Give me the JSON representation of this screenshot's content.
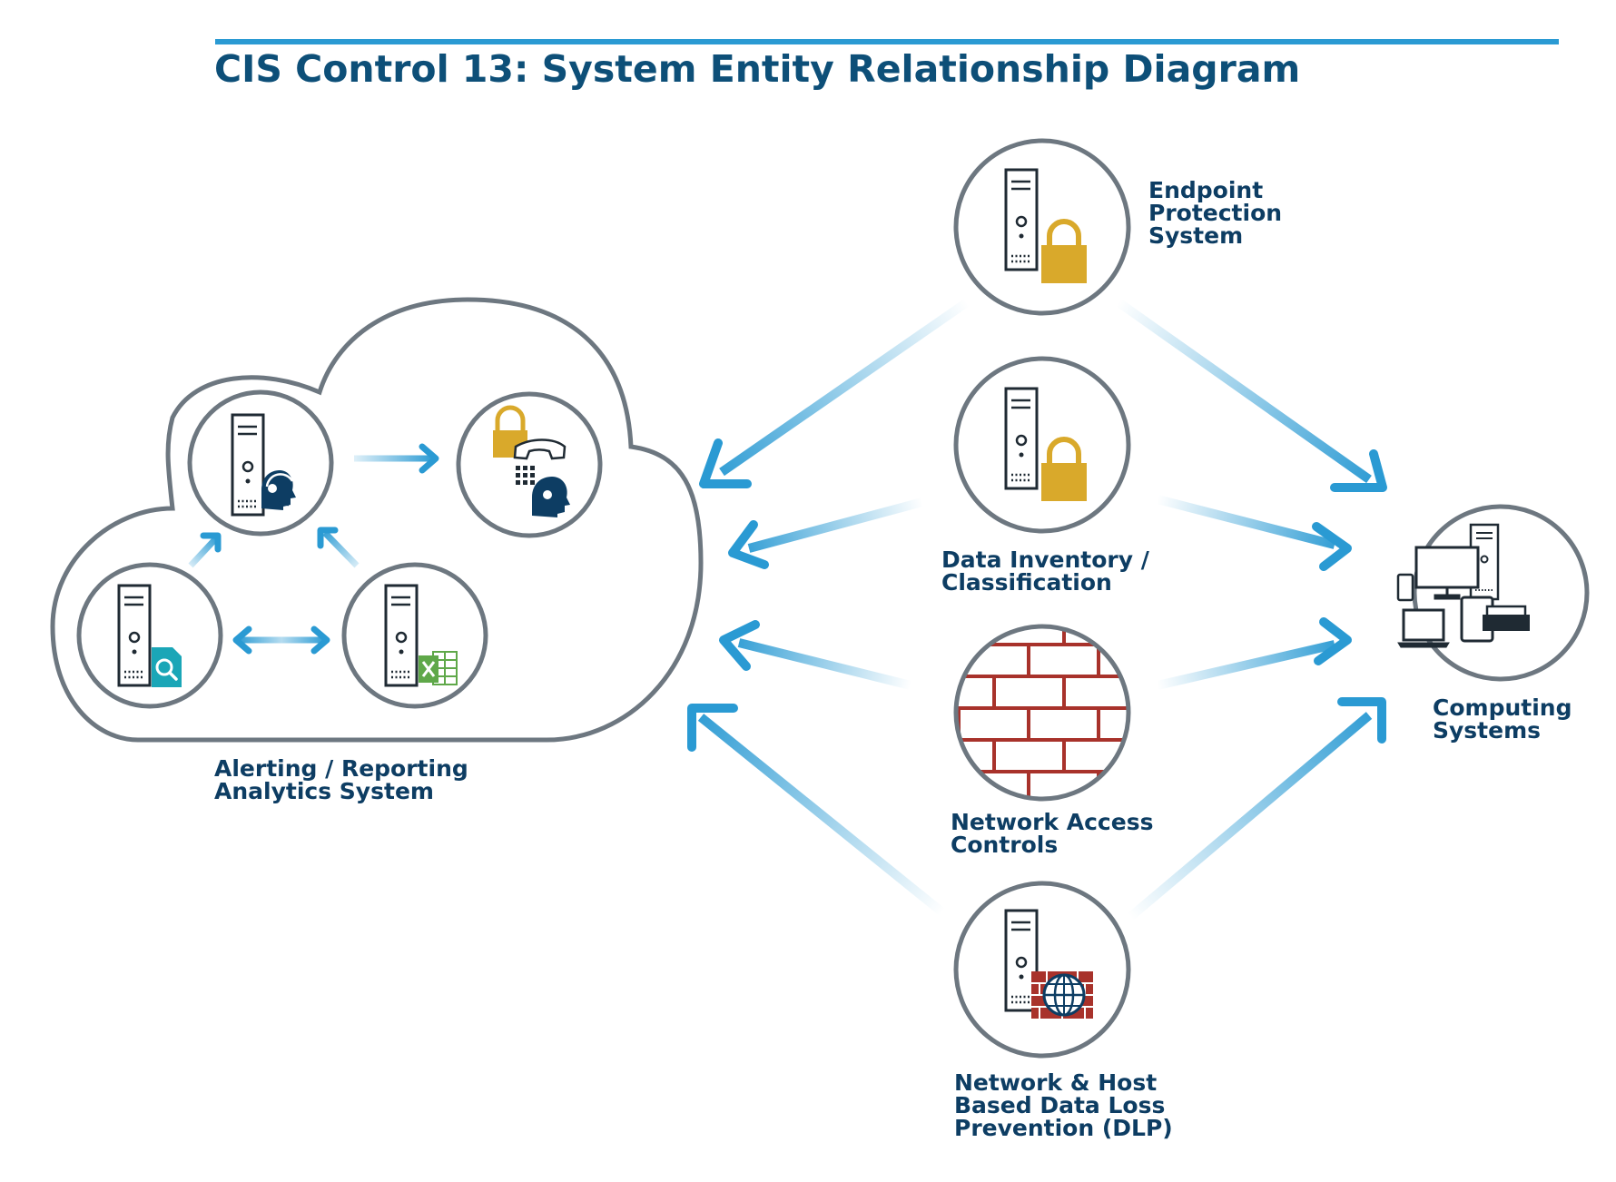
{
  "title": "CIS Control 13: System Entity Relationship Diagram",
  "colors": {
    "title": "#0d4f78",
    "label": "#0d3d63",
    "rule": "#2a9ad3",
    "arrow": "#2a9ad3",
    "outline": "#6d7780",
    "lock": "#d9a92b",
    "brick": "#a8322b",
    "excel": "#5fa849",
    "search_doc": "#1aa6b7"
  },
  "nodes": {
    "endpoint": {
      "label": [
        "Endpoint",
        "Protection",
        "System"
      ],
      "icon": "server-lock-icon"
    },
    "inventory": {
      "label": [
        "Data Inventory /",
        "Classification"
      ],
      "icon": "server-lock-icon"
    },
    "network": {
      "label": [
        "Network Access",
        "Controls"
      ],
      "icon": "firewall-brick-icon"
    },
    "dlp": {
      "label": [
        "Network & Host",
        "Based Data Loss",
        "Prevention (DLP)"
      ],
      "icon": "server-firewall-globe-icon"
    },
    "computing": {
      "label": [
        "Computing",
        "Systems"
      ],
      "icon": "devices-icon"
    },
    "alerting": {
      "label": [
        "Alerting / Reporting",
        "Analytics System"
      ],
      "icon": "cloud-icon"
    }
  },
  "cloud_nodes": [
    {
      "name": "analyst-server",
      "icon": "server-headset-icon"
    },
    {
      "name": "secure-phone",
      "icon": "lock-phone-person-icon"
    },
    {
      "name": "search-report-server",
      "icon": "server-search-document-icon"
    },
    {
      "name": "spreadsheet-server",
      "icon": "server-excel-icon"
    }
  ]
}
